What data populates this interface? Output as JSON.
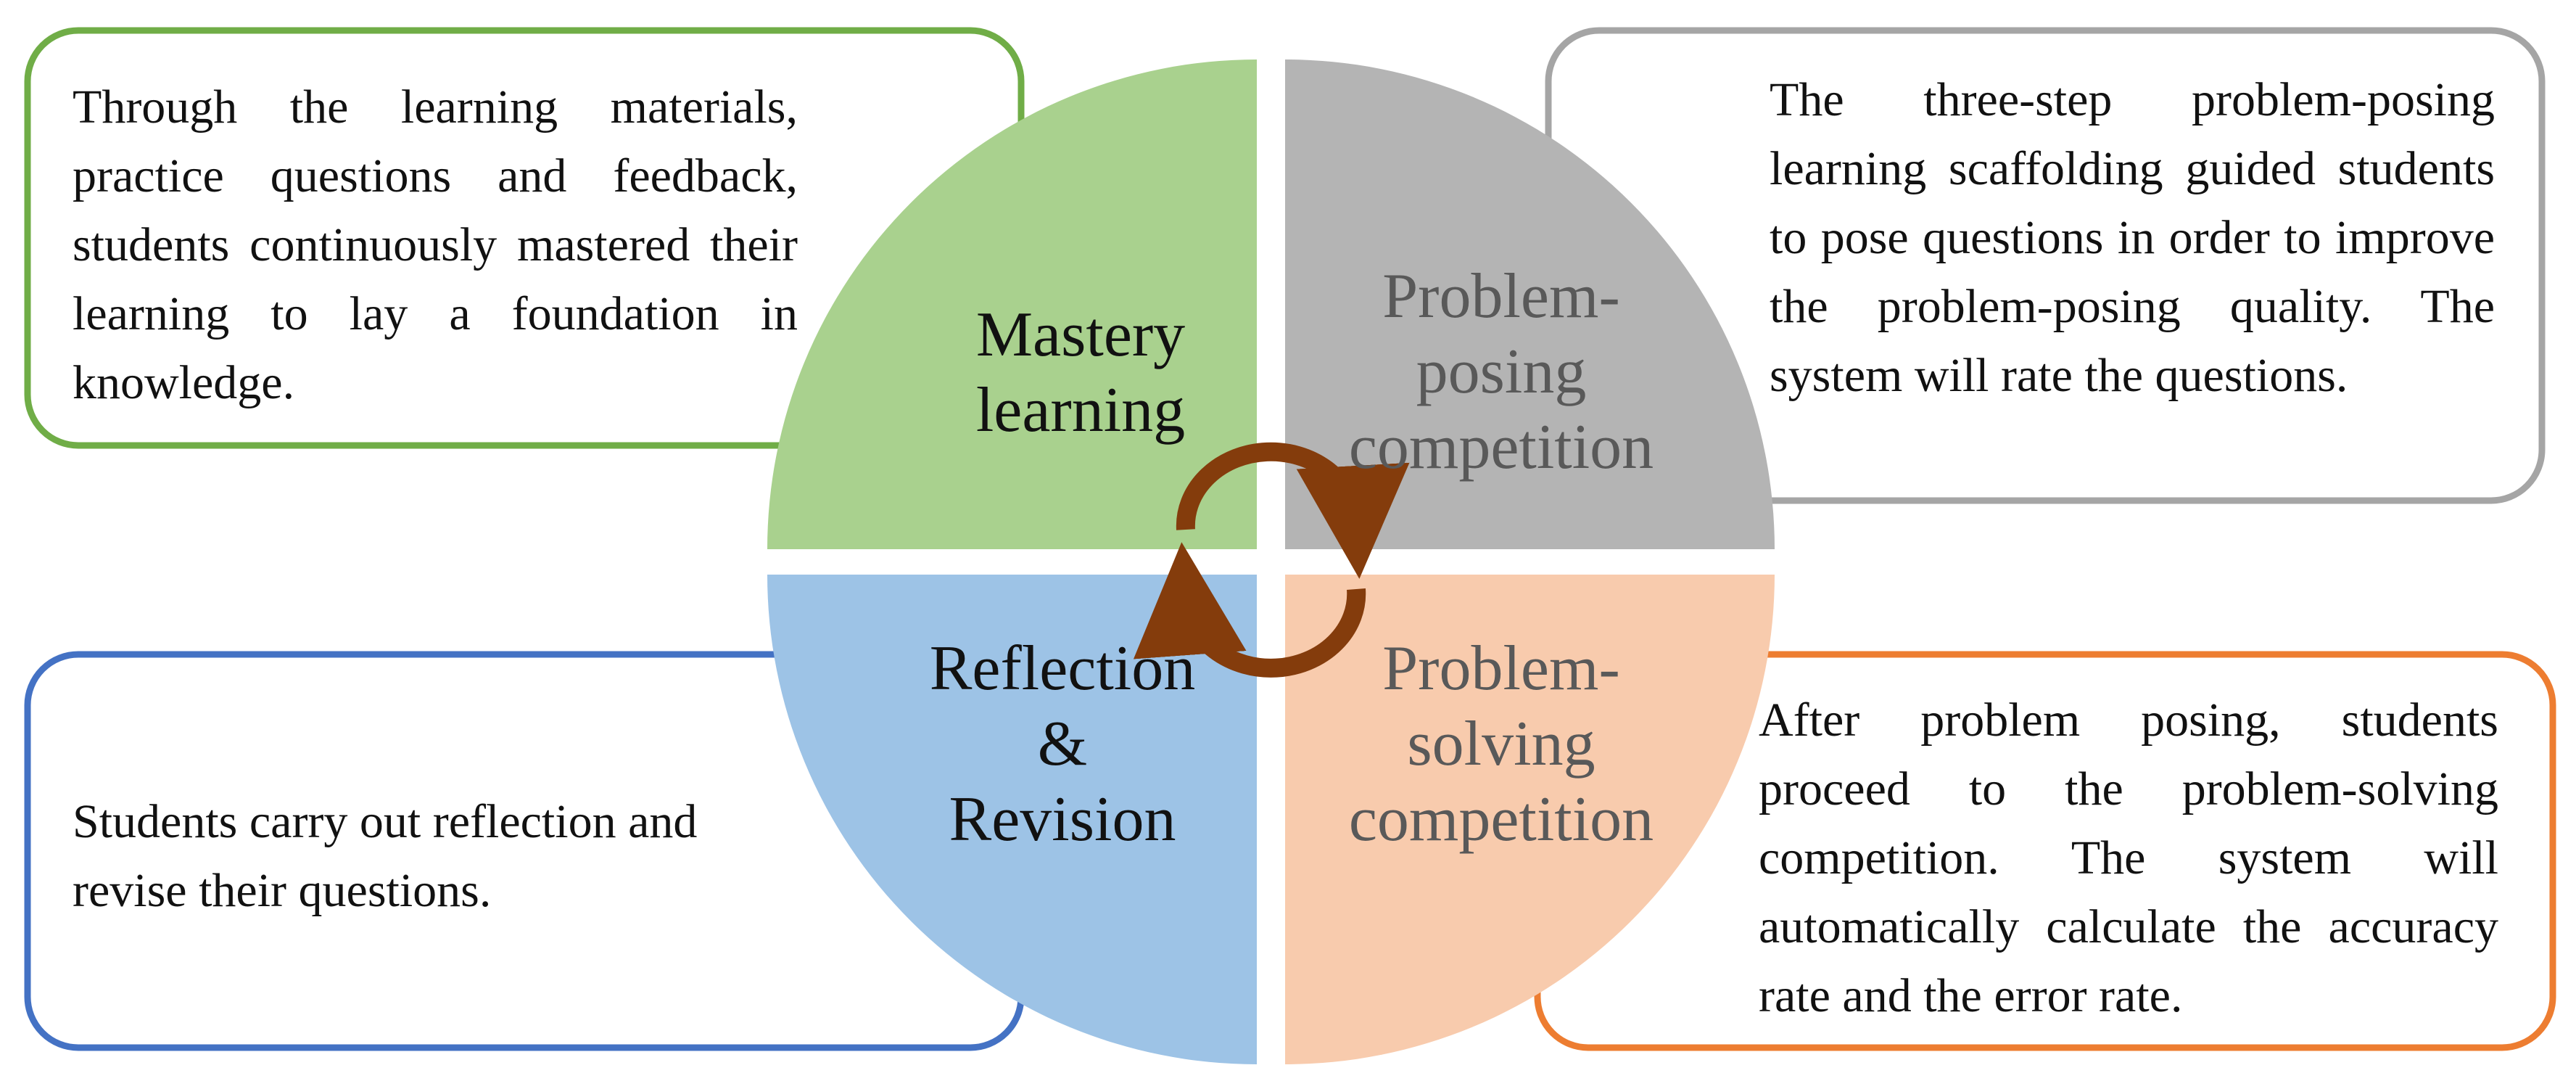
{
  "quadrants": {
    "mastery": {
      "label_lines": [
        "Mastery",
        "learning"
      ],
      "color": "#a9d18e"
    },
    "posing": {
      "label_lines": [
        "Problem-",
        "posing",
        "competition"
      ],
      "color": "#b4b4b4"
    },
    "reflection": {
      "label_lines": [
        "Reflection",
        "&",
        "Revision"
      ],
      "color": "#9dc3e6"
    },
    "solving": {
      "label_lines": [
        "Problem-",
        "solving",
        "competition"
      ],
      "color": "#f8cbad"
    }
  },
  "boxes": {
    "top_left": {
      "text": "Through the learning materials, practice questions and feedback, students continuously mastered their learning to lay a foundation in knowledge.",
      "border_color": "#70ad47"
    },
    "top_right": {
      "text": "The three-step problem-posing learning scaffolding guided students to pose questions in order to improve the problem-posing quality. The system will rate the questions.",
      "border_color": "#a5a5a5"
    },
    "bottom_left": {
      "text": "Students carry out reflection and revise their questions.",
      "border_color": "#4472c4"
    },
    "bottom_right": {
      "text": "After problem posing, students proceed to the problem-solving competition. The system will automatically calculate the accuracy rate and the error rate.",
      "border_color": "#ed7d31"
    }
  },
  "cycle_arrow_color": "#843c0c"
}
